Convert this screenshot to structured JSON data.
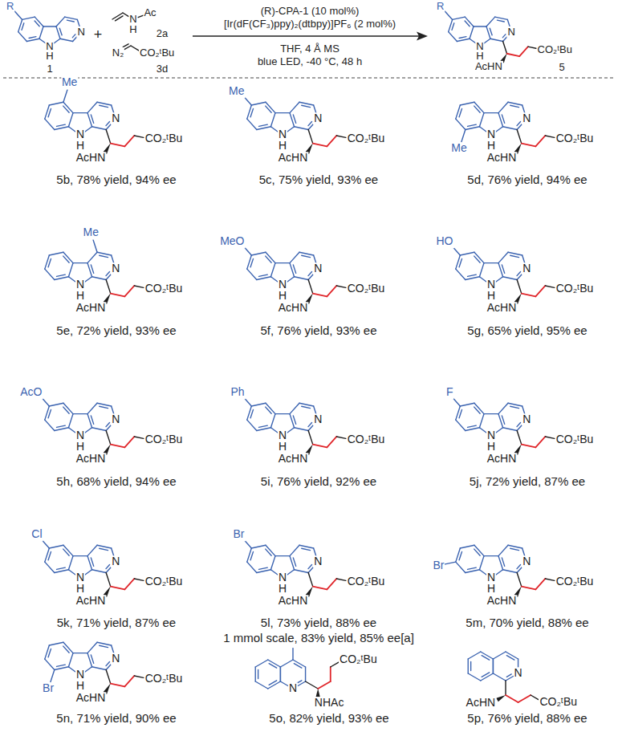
{
  "diagram": {
    "labels": [
      "R",
      "N",
      "N",
      "H",
      "1",
      "+",
      "N",
      "H",
      "Ac",
      "2a",
      "N₂",
      "CO₂ᵗBu",
      "3d",
      "(R)-CPA-1 (10 mol%)",
      "[Ir(dF(CF₃)ppy)₂(dtbpy)]PF₆ (2 mol%)",
      "THF, 4 Å MS",
      "blue LED, -40 °C, 48 h",
      "R",
      "N",
      "N",
      "H",
      "AcHN",
      "CO₂ᵗBu",
      "5",
      "Me",
      "N",
      "N",
      "H",
      "AcHN",
      "CO₂ᵗBu",
      "5b, 78% yield, 94% ee",
      "Me",
      "N",
      "N",
      "H",
      "AcHN",
      "CO₂ᵗBu",
      "5c, 75% yield, 93% ee",
      "Me",
      "N",
      "N",
      "H",
      "AcHN",
      "CO₂ᵗBu",
      "5d, 76% yield, 94% ee",
      "Me",
      "N",
      "N",
      "H",
      "AcHN",
      "CO₂ᵗBu",
      "5e, 72% yield, 93% ee",
      "MeO",
      "N",
      "N",
      "H",
      "AcHN",
      "CO₂ᵗBu",
      "5f, 76% yield, 93% ee",
      "HO",
      "N",
      "N",
      "H",
      "AcHN",
      "CO₂ᵗBu",
      "5g, 65% yield, 95% ee",
      "AcO",
      "N",
      "N",
      "H",
      "AcHN",
      "CO₂ᵗBu",
      "5h, 68% yield, 94% ee",
      "Ph",
      "N",
      "N",
      "H",
      "AcHN",
      "CO₂ᵗBu",
      "5i, 76% yield, 92% ee",
      "F",
      "N",
      "N",
      "H",
      "AcHN",
      "CO₂ᵗBu",
      "5j, 72% yield, 87% ee",
      "Cl",
      "N",
      "N",
      "H",
      "AcHN",
      "CO₂ᵗBu",
      "5k, 71% yield, 87% ee",
      "Br",
      "N",
      "N",
      "H",
      "AcHN",
      "CO₂ᵗBu",
      "5l, 73% yield, 88% ee",
      "1 mmol scale, 83% yield, 85% ee[a]",
      "Br",
      "N",
      "N",
      "H",
      "AcHN",
      "CO₂ᵗBu",
      "5m, 70% yield, 88% ee",
      "Br",
      "N",
      "N",
      "H",
      "AcHN",
      "CO₂ᵗBu",
      "5n, 71% yield, 90% ee",
      "N",
      "NHAc",
      "CO₂ᵗBu",
      "5o, 82% yield, 93% ee",
      "N",
      "AcHN",
      "CO₂ᵗBu",
      "5p, 76% yield, 88% ee"
    ]
  }
}
